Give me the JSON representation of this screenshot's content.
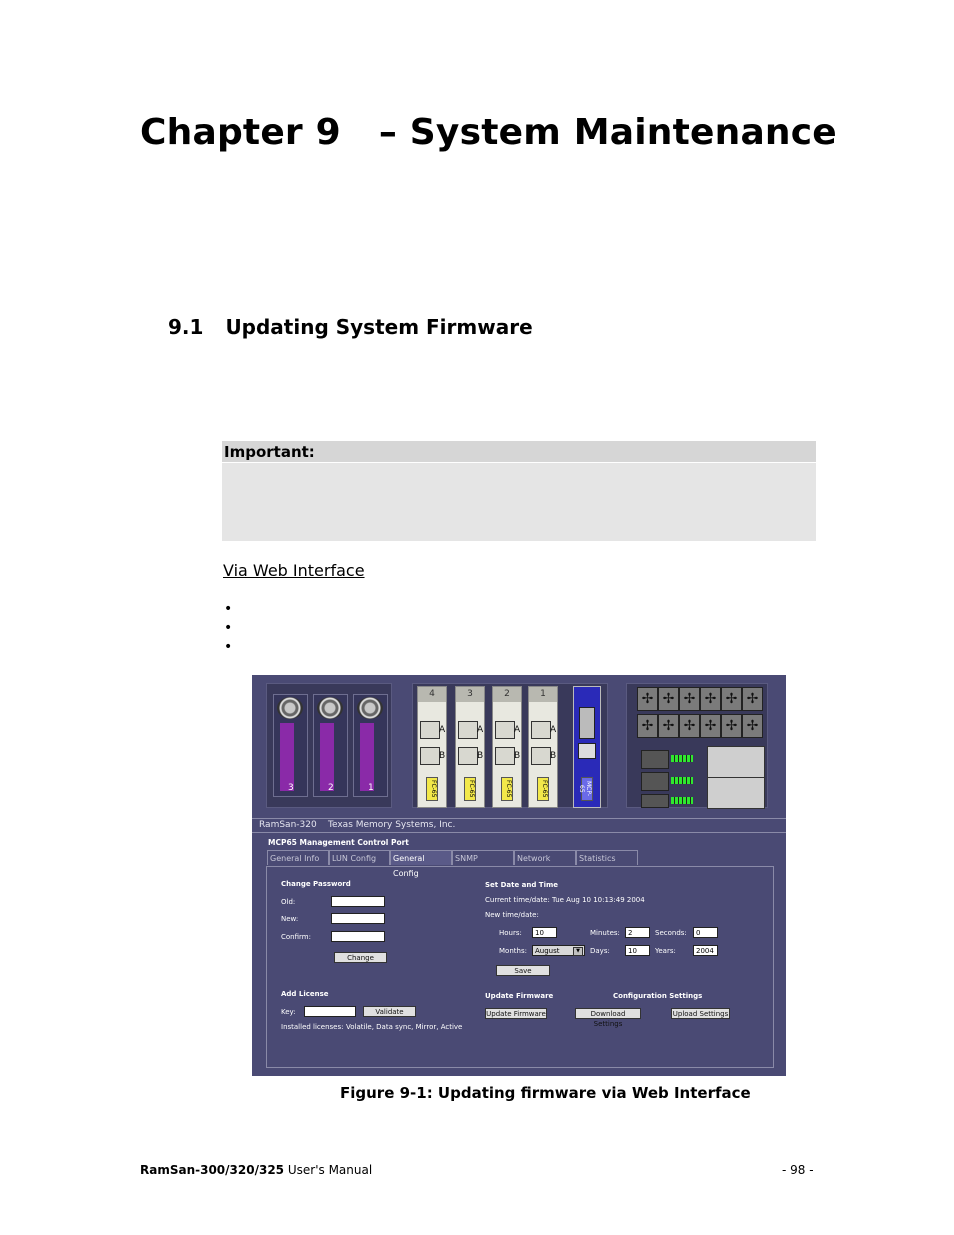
{
  "chapter": {
    "number": "Chapter 9",
    "title": "– System Maintenance"
  },
  "section": {
    "number": "9.1",
    "title": "Updating System Firmware"
  },
  "important": {
    "label": "Important:"
  },
  "via_link": "Via Web Interface",
  "bullets": [
    "•",
    "•",
    "•"
  ],
  "figure": {
    "disk_slots": [
      "3",
      "2",
      "1"
    ],
    "cards": [
      {
        "top": "4",
        "tag": "FC-65"
      },
      {
        "top": "3",
        "tag": "FC-65"
      },
      {
        "top": "2",
        "tag": "FC-65"
      },
      {
        "top": "1",
        "tag": "FC-65"
      }
    ],
    "port_labels": {
      "a": "A",
      "b": "B"
    },
    "mcp_tag": "MCP-65",
    "banner": {
      "product": "RamSan-320",
      "company": "Texas Memory Systems, Inc."
    },
    "panel_title": "MCP65 Management Control Port",
    "tabs": [
      "General Info",
      "LUN Config",
      "General Config",
      "SNMP",
      "Network",
      "Statistics"
    ],
    "change_password": {
      "heading": "Change Password",
      "old": "Old:",
      "new": "New:",
      "confirm": "Confirm:",
      "button": "Change"
    },
    "date_time": {
      "heading": "Set Date and Time",
      "current_label": "Current time/date:",
      "current_value": "Tue Aug 10 10:13:49 2004",
      "new_label": "New time/date:",
      "hours_label": "Hours:",
      "hours": "10",
      "minutes_label": "Minutes:",
      "minutes": "2",
      "seconds_label": "Seconds:",
      "seconds": "0",
      "months_label": "Months:",
      "month": "August",
      "days_label": "Days:",
      "days": "10",
      "years_label": "Years:",
      "years": "2004",
      "save": "Save"
    },
    "license": {
      "heading": "Add License",
      "key_label": "Key:",
      "validate": "Validate",
      "installed_label": "Installed licenses:",
      "installed_value": "Volatile, Data sync, Mirror, Active"
    },
    "firmware": {
      "heading": "Update Firmware",
      "button": "Update Firmware"
    },
    "config": {
      "heading": "Configuration Settings",
      "download": "Download Settings",
      "upload": "Upload Settings"
    },
    "icons": [
      "fan-icon",
      "dropdown-arrow-icon"
    ]
  },
  "caption": "Figure 9-1: Updating firmware via Web Interface",
  "footer": {
    "product": "RamSan-300/320/325",
    "manual": " User's Manual",
    "page": "- 98 -"
  }
}
